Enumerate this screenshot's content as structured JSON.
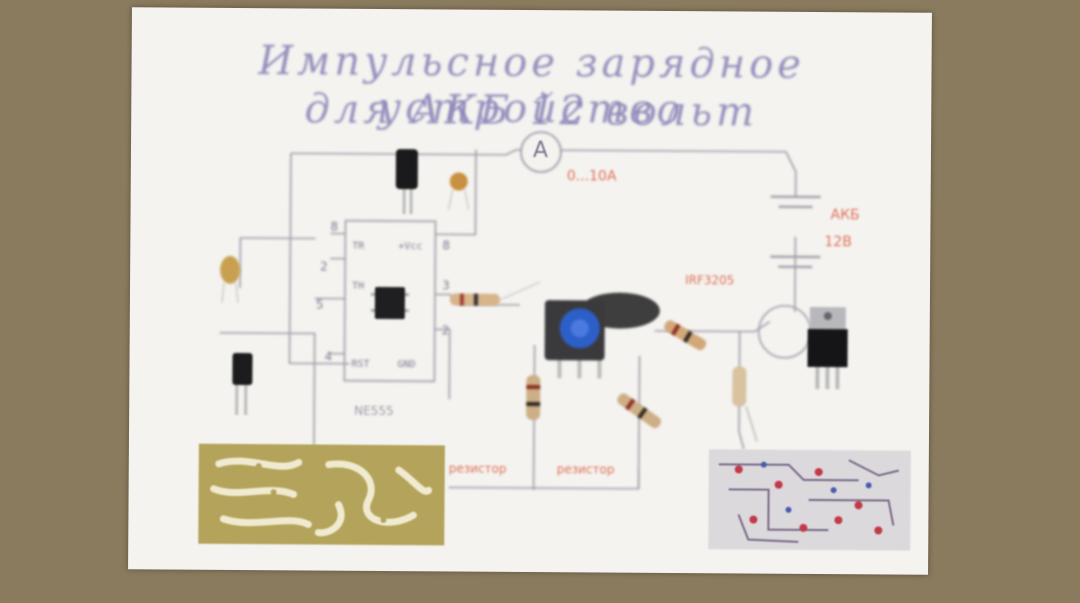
{
  "sheet": {
    "title_line1": "Импульсное зарядное устройство",
    "title_line2": "для  АКБ  12 вольт"
  },
  "schematic": {
    "ammeter_label": "A",
    "ammeter_range": "0...10A",
    "battery_label": "АКБ",
    "battery_voltage": "12В",
    "chip_label": "NE555",
    "transistor_label": "IRF3205",
    "resistor_note_left": "резистор",
    "resistor_note_right": "резистор"
  },
  "colors": {
    "paper": "#f4f3ef",
    "pencil_line": "#9e9aa8",
    "title_ink": "#8c86b8",
    "red_ink": "#e0705a",
    "pcb_copper": "#b4a35a",
    "knob_blue": "#2d5fc8"
  }
}
